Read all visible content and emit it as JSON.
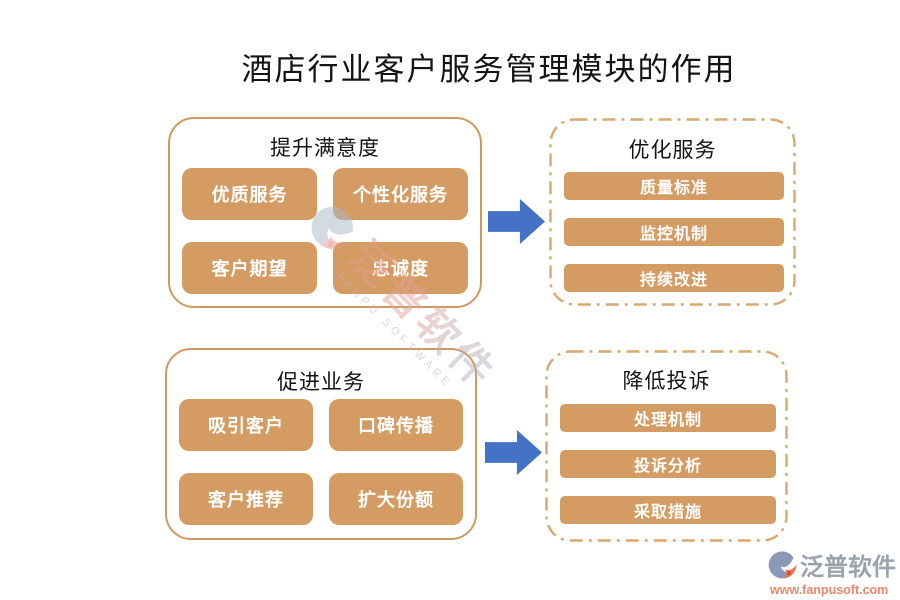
{
  "title": "酒店行业客户服务管理模块的作用",
  "panels": [
    {
      "id": "satisfaction",
      "title": "提升满意度",
      "border": "solid",
      "items": [
        "优质服务",
        "个性化服务",
        "客户期望",
        "忠诚度"
      ]
    },
    {
      "id": "optimize-service",
      "title": "优化服务",
      "border": "dash-dot",
      "items": [
        "质量标准",
        "监控机制",
        "持续改进"
      ]
    },
    {
      "id": "promote-business",
      "title": "促进业务",
      "border": "solid",
      "items": [
        "吸引客户",
        "口碑传播",
        "客户推荐",
        "扩大份额"
      ]
    },
    {
      "id": "reduce-complaints",
      "title": "降低投诉",
      "border": "dash-dot",
      "items": [
        "处理机制",
        "投诉分析",
        "采取措施"
      ]
    }
  ],
  "watermark": {
    "brand": "泛普软件",
    "subtext": "FANPU SOFTWARE"
  },
  "footer": {
    "brand": "泛普软件",
    "url": "www.fanpusoft.com"
  },
  "colors": {
    "tan_fill": "#D49C63",
    "solid_border": "#CE9A5F",
    "dash_border": "#DCA76F",
    "arrow_blue": "#4472C4",
    "title_text": "#141414",
    "logo_gray": "#9AA2AB",
    "logo_salmon": "#E8876B"
  }
}
